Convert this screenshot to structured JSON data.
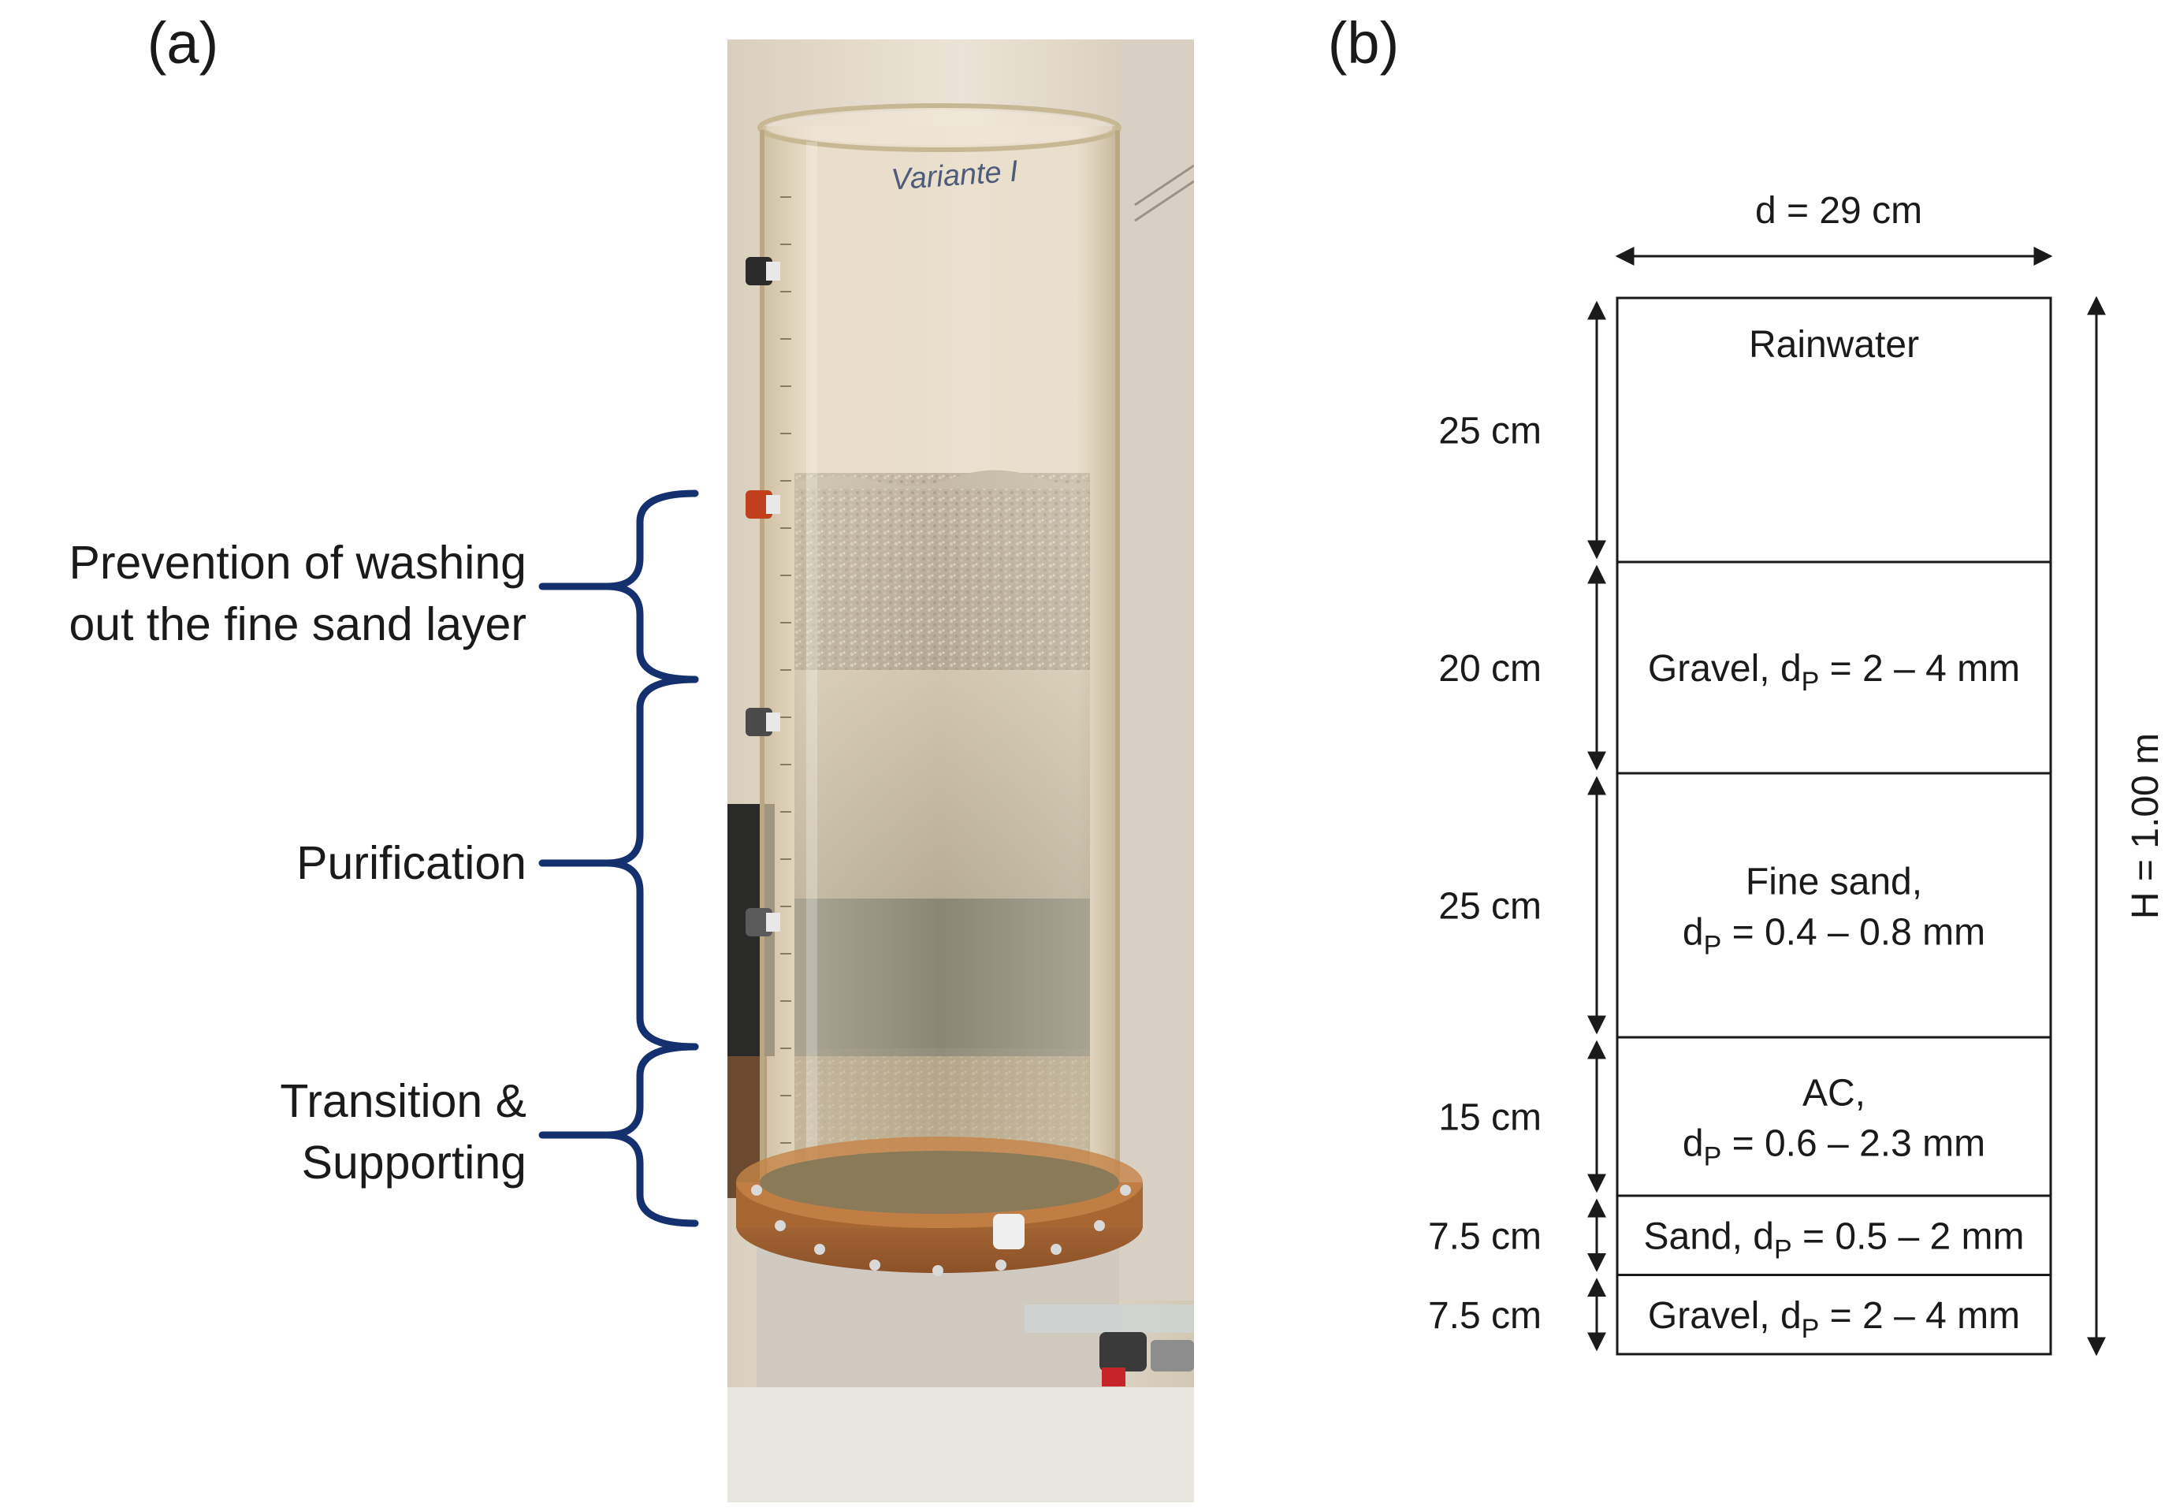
{
  "panel_a": {
    "label": "(a)",
    "column_marking": "Variante I",
    "zones": [
      {
        "label_lines": [
          "Prevention of washing",
          "out the fine sand layer"
        ]
      },
      {
        "label_lines": [
          "Purification"
        ]
      },
      {
        "label_lines": [
          "Transition &",
          "Supporting"
        ]
      }
    ],
    "bracket_color": "#14306e"
  },
  "panel_b": {
    "label": "(b)",
    "diameter_label": "d = 29 cm",
    "height_label": "H = 1.00 m",
    "layers": [
      {
        "height_cm": 25,
        "thickness_label": "25 cm",
        "name_lines": [
          "Rainwater"
        ]
      },
      {
        "height_cm": 20,
        "thickness_label": "20 cm",
        "name_lines": [
          "Gravel, d",
          "P",
          " = 2 – 4 mm"
        ]
      },
      {
        "height_cm": 25,
        "thickness_label": "25 cm",
        "name_lines": [
          "Fine sand,",
          "d",
          "P",
          " = 0.4 – 0.8 mm"
        ]
      },
      {
        "height_cm": 15,
        "thickness_label": "15 cm",
        "name_lines": [
          "AC,",
          "d",
          "P",
          " = 0.6 – 2.3 mm"
        ]
      },
      {
        "height_cm": 7.5,
        "thickness_label": "7.5 cm",
        "name_lines": [
          "Sand, d",
          "P",
          " = 0.5 – 2 mm"
        ]
      },
      {
        "height_cm": 7.5,
        "thickness_label": "7.5 cm",
        "name_lines": [
          "Gravel, d",
          "P",
          " = 2 – 4 mm"
        ]
      }
    ]
  }
}
